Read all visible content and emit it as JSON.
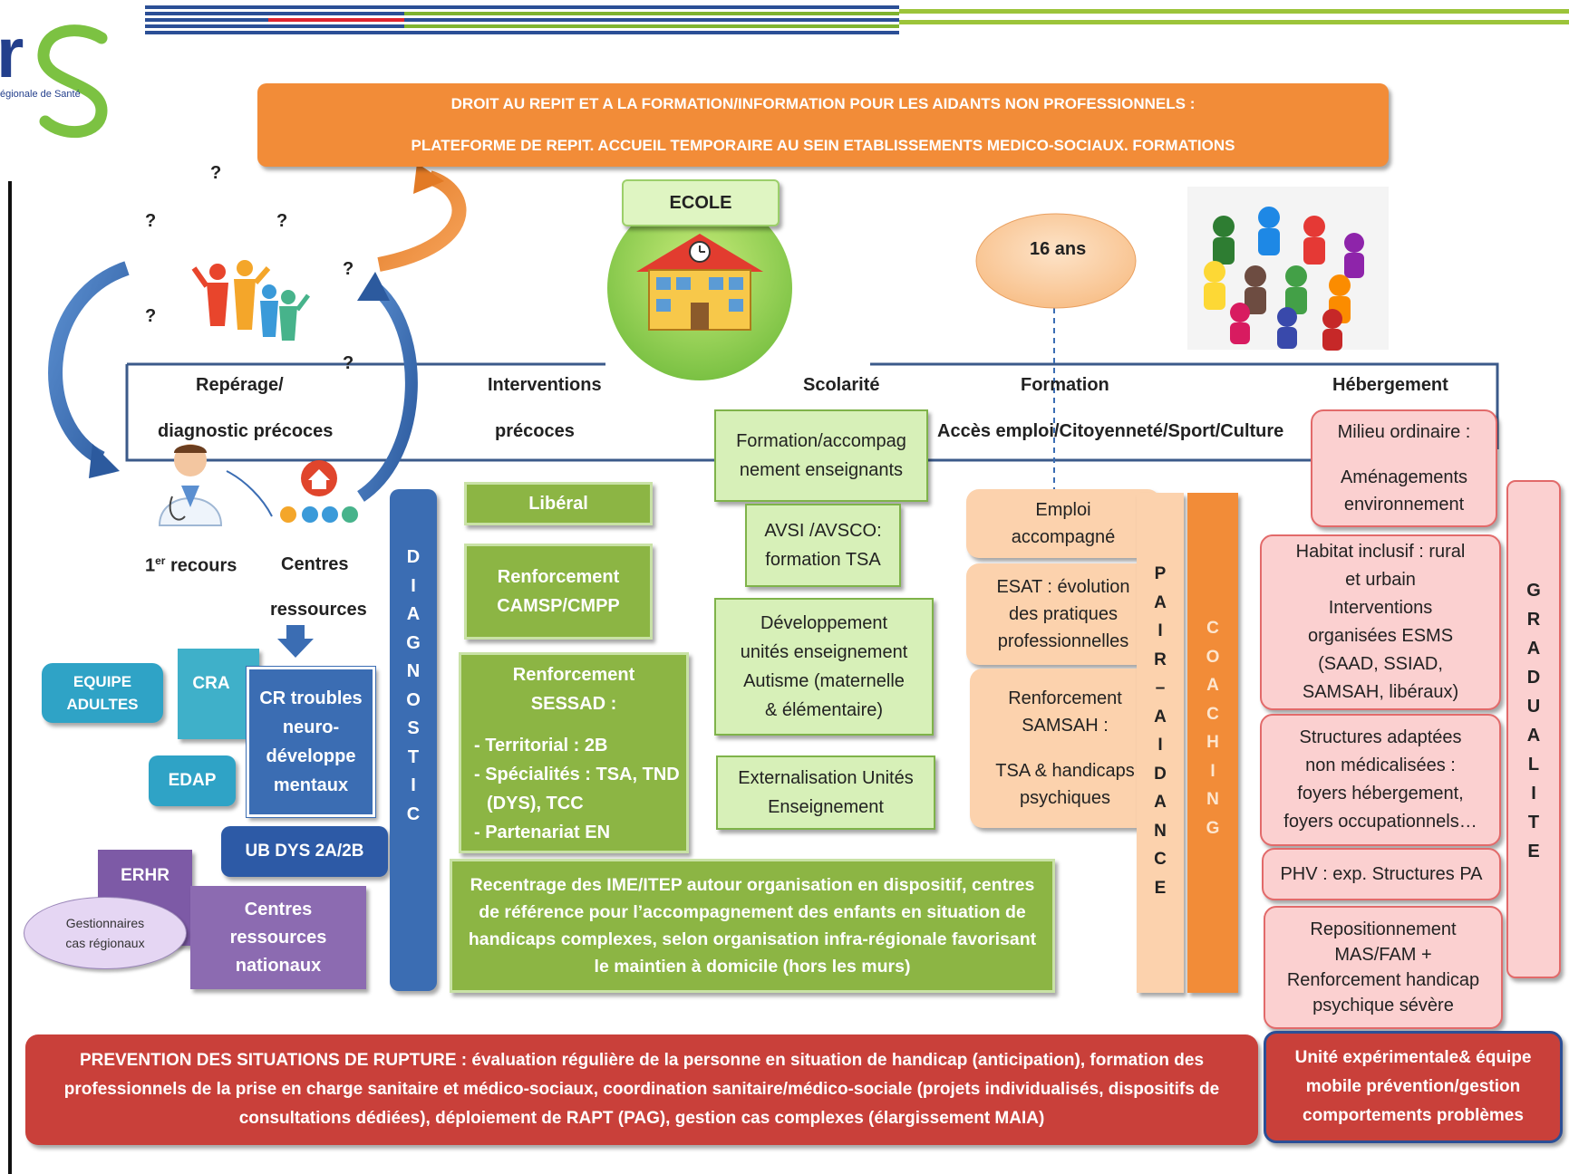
{
  "logo": {
    "letters": "rS",
    "subtitle": "égionale de Santé"
  },
  "colors": {
    "orange": "#f28c38",
    "green_dark": "#8cb544",
    "green_light": "#d7f0b8",
    "blue": "#3b6db3",
    "purple": "#8c6bb1",
    "red": "#c9403a",
    "teal": "#3fb0c9",
    "pink": "#fbd0d0"
  },
  "top_banner": {
    "line1": "DROIT AU REPIT ET A LA FORMATION/INFORMATION POUR LES AIDANTS NON PROFESSIONNELS :",
    "line2": "PLATEFORME DE REPIT. ACCUEIL TEMPORAIRE AU SEIN ETABLISSEMENTS MEDICO-SOCIAUX. FORMATIONS"
  },
  "question_mark": "?",
  "ecole_label": "ECOLE",
  "age_label": "16 ans",
  "axis": {
    "reperage_l1": "Repérage/",
    "reperage_l2": "diagnostic précoces",
    "interventions_l1": "Interventions",
    "interventions_l2": "précoces",
    "scolarite": "Scolarité",
    "formation": "Formation",
    "acces": "Accès emploi/Citoyenneté/Sport/Culture",
    "hebergement": "Hébergement"
  },
  "recours": {
    "prefix": "1",
    "sup": "er",
    "suffix": " recours"
  },
  "centres_ressources": {
    "l1": "Centres",
    "l2": "ressources"
  },
  "left_boxes": {
    "equipe_adultes_l1": "EQUIPE",
    "equipe_adultes_l2": "ADULTES",
    "cra": "CRA",
    "cr_troubles": [
      "CR troubles",
      "neuro-",
      "développe",
      "mentaux"
    ],
    "edap": "EDAP",
    "ub_dys": "UB DYS 2A/2B",
    "erhr": "ERHR",
    "gestionnaires_l1": "Gestionnaires",
    "gestionnaires_l2": "cas régionaux",
    "centres_nationaux": [
      "Centres",
      "ressources",
      "nationaux"
    ]
  },
  "diagnostic_letters": [
    "D",
    "I",
    "A",
    "G",
    "N",
    "O",
    "S",
    "T",
    "I",
    "C"
  ],
  "interventions": {
    "liberal": "Libéral",
    "renforcement_camsp_l1": "Renforcement",
    "renforcement_camsp_l2": "CAMSP/CMPP",
    "sessad": [
      "Renforcement",
      "SESSAD :"
    ],
    "sessad_items": [
      "- Territorial : 2B",
      "- Spécialités : TSA, TND",
      "(DYS), TCC",
      "- Partenariat EN"
    ]
  },
  "scolarite": {
    "formation_acc": [
      "Formation/accompag",
      "nement enseignants"
    ],
    "avsi": [
      "AVSI /AVSCO:",
      "formation TSA"
    ],
    "developpement": [
      "Développement",
      "unités enseignement",
      "Autisme (maternelle",
      "& élémentaire)"
    ],
    "externalisation": [
      "Externalisation Unités",
      "Enseignement"
    ]
  },
  "recentrage": [
    "Recentrage des IME/ITEP autour organisation en dispositif, centres",
    "de référence pour l’accompagnement des enfants en situation de",
    "handicaps complexes, selon organisation infra-régionale favorisant",
    "le maintien à domicile (hors les murs)"
  ],
  "emploi": {
    "emploi_acc": [
      "Emploi",
      "accompagné"
    ],
    "esat": [
      "ESAT : évolution",
      "des pratiques",
      "professionnelles"
    ],
    "samsah": [
      "Renforcement",
      "SAMSAH :",
      "",
      "TSA & handicaps",
      "psychiques"
    ]
  },
  "pair_aidance_letters": [
    "P",
    "A",
    "I",
    "R",
    "–",
    "A",
    "I",
    "D",
    "A",
    "N",
    "C",
    "E"
  ],
  "coaching_letters": [
    "C",
    "O",
    "A",
    "C",
    "H",
    "I",
    "N",
    "G"
  ],
  "hebergement": {
    "milieu": [
      "Milieu ordinaire :",
      "",
      "Aménagements",
      "environnement"
    ],
    "habitat": [
      "Habitat inclusif : rural",
      "et urbain",
      "Interventions",
      "organisées ESMS",
      "(SAAD, SSIAD,",
      "SAMSAH, libéraux)"
    ],
    "structures": [
      "Structures adaptées",
      "non médicalisées :",
      "foyers hébergement,",
      "foyers occupationnels…"
    ],
    "phv": "PHV : exp. Structures PA",
    "repositionnement": [
      "Repositionnement",
      "MAS/FAM +",
      "Renforcement handicap",
      "psychique sévère"
    ]
  },
  "graduailte_letters": [
    "G",
    "R",
    "A",
    "D",
    "U",
    "A",
    "L",
    "I",
    "T",
    "E"
  ],
  "prevention": [
    "PREVENTION DES SITUATIONS DE RUPTURE : évaluation régulière de la personne en situation de handicap (anticipation), formation des",
    "professionnels de la prise en charge sanitaire et médico-sociaux, coordination sanitaire/médico-sociale (projets individualisés, dispositifs de",
    "consultations dédiées), déploiement de RAPT (PAG), gestion cas complexes (élargissement MAIA)"
  ],
  "unite_exp": [
    "Unité expérimentale& équipe",
    "mobile prévention/gestion",
    "comportements problèmes"
  ]
}
